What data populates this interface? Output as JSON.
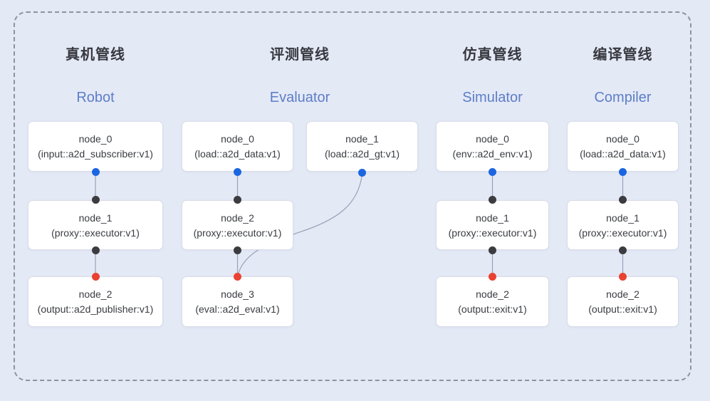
{
  "colors": {
    "background": "#e4e9f6",
    "frame_dash": "#8d939f",
    "node_fill": "#ffffff",
    "node_border": "#d9dde7",
    "title_zh": "#37393f",
    "title_en": "#5d7ec7",
    "edge_line": "#97a2b6",
    "port_output_blue": "#1b66e0",
    "port_executor_black": "#3c3c40",
    "port_sink_red": "#ea4232"
  },
  "pipelines": [
    {
      "title_zh": "真机管线",
      "title_en": "Robot",
      "nodes": [
        {
          "name": "node_0",
          "type": "(input::a2d_subscriber:v1)"
        },
        {
          "name": "node_1",
          "type": "(proxy::executor:v1)"
        },
        {
          "name": "node_2",
          "type": "(output::a2d_publisher:v1)"
        }
      ],
      "edges": [
        "node_0 -> node_1",
        "node_1 -> node_2"
      ]
    },
    {
      "title_zh": "评测管线",
      "title_en": "Evaluator",
      "nodes": [
        {
          "name": "node_0",
          "type": "(load::a2d_data:v1)"
        },
        {
          "name": "node_1",
          "type": "(load::a2d_gt:v1)"
        },
        {
          "name": "node_2",
          "type": "(proxy::executor:v1)"
        },
        {
          "name": "node_3",
          "type": "(eval::a2d_eval:v1)"
        }
      ],
      "edges": [
        "node_0 -> node_2",
        "node_2 -> node_3",
        "node_1 -> node_3"
      ]
    },
    {
      "title_zh": "仿真管线",
      "title_en": "Simulator",
      "nodes": [
        {
          "name": "node_0",
          "type": "(env::a2d_env:v1)"
        },
        {
          "name": "node_1",
          "type": "(proxy::executor:v1)"
        },
        {
          "name": "node_2",
          "type": "(output::exit:v1)"
        }
      ],
      "edges": [
        "node_0 -> node_1",
        "node_1 -> node_2"
      ]
    },
    {
      "title_zh": "编译管线",
      "title_en": "Compiler",
      "nodes": [
        {
          "name": "node_0",
          "type": "(load::a2d_data:v1)"
        },
        {
          "name": "node_1",
          "type": "(proxy::executor:v1)"
        },
        {
          "name": "node_2",
          "type": "(output::exit:v1)"
        }
      ],
      "edges": [
        "node_0 -> node_1",
        "node_1 -> node_2"
      ]
    }
  ]
}
